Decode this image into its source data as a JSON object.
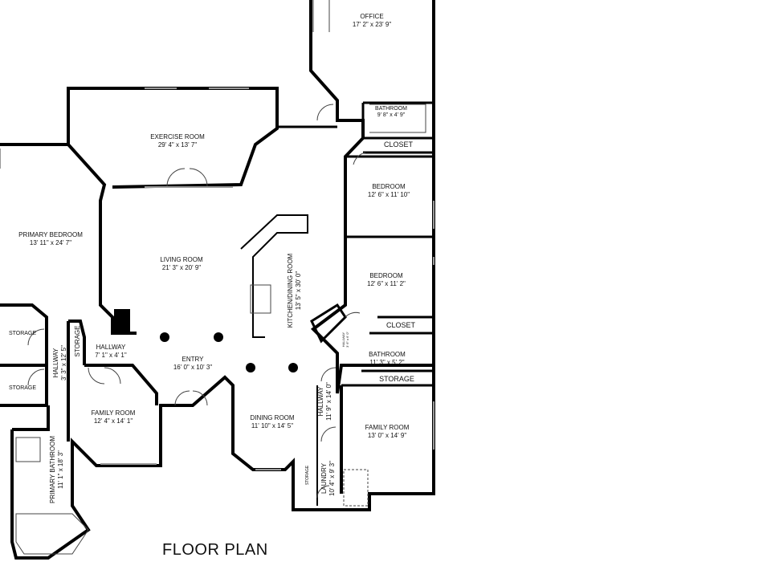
{
  "title": "FLOOR PLAN",
  "rooms": [
    {
      "id": "office",
      "name": "OFFICE",
      "dims": "17' 2\" x 23' 9\""
    },
    {
      "id": "exercise",
      "name": "EXERCISE ROOM",
      "dims": "29' 4\" x 13' 7\""
    },
    {
      "id": "bath1",
      "name": "BATHROOM",
      "dims": "9' 8\" x 4' 9\""
    },
    {
      "id": "closet1",
      "name": "CLOSET"
    },
    {
      "id": "bedroom1",
      "name": "BEDROOM",
      "dims": "12' 6\" x 11' 10\""
    },
    {
      "id": "primary_bedroom",
      "name": "PRIMARY BEDROOM",
      "dims": "13' 11\" x 24' 7\""
    },
    {
      "id": "living",
      "name": "LIVING ROOM",
      "dims": "21' 3\" x 20' 9\""
    },
    {
      "id": "kitchen",
      "name": "KITCHEN/DINING ROOM",
      "dims": "13' 5\" x 30' 0\""
    },
    {
      "id": "bedroom2",
      "name": "BEDROOM",
      "dims": "12' 6\" x 11' 2\""
    },
    {
      "id": "closet2",
      "name": "CLOSET"
    },
    {
      "id": "hall_small",
      "name": "HALLWAY",
      "dims": "3' 6\" x 6' 0\""
    },
    {
      "id": "bath2",
      "name": "BATHROOM",
      "dims": "11' 3\" x 5' 2\""
    },
    {
      "id": "storage_r",
      "name": "STORAGE"
    },
    {
      "id": "storage_l1",
      "name": "STORAGE"
    },
    {
      "id": "storage_l2",
      "name": "STORAGE"
    },
    {
      "id": "storage_v",
      "name": "STORAGE"
    },
    {
      "id": "hall_l",
      "name": "HALLWAY",
      "dims": "3' 3\" x 12' 5\""
    },
    {
      "id": "hall_c",
      "name": "HALLWAY",
      "dims": "7' 1\" x 4' 1\""
    },
    {
      "id": "entry",
      "name": "ENTRY",
      "dims": "16' 0\" x 10' 3\""
    },
    {
      "id": "family_l",
      "name": "FAMILY ROOM",
      "dims": "12' 4\" x 14' 1\""
    },
    {
      "id": "dining",
      "name": "DINING ROOM",
      "dims": "11' 10\" x 14' 5\""
    },
    {
      "id": "hall_r",
      "name": "HALLWAY",
      "dims": "11' 9\" x 14' 0\""
    },
    {
      "id": "family_r",
      "name": "FAMILY ROOM",
      "dims": "13' 0\" x 14' 9\""
    },
    {
      "id": "primary_bath",
      "name": "PRIMARY BATHROOM",
      "dims": "11' 1\" x 18' 3\""
    },
    {
      "id": "laundry",
      "name": "LAUNDRY",
      "dims": "10' 4\" x 9' 3\""
    },
    {
      "id": "storage_s",
      "name": "STORAGE"
    }
  ]
}
